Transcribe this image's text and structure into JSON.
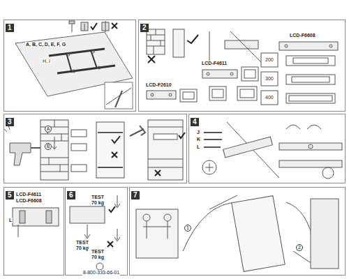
{
  "diagram": {
    "nodes": [
      {
        "text": [
          "1"
        ]
      },
      {
        "text": [
          "2"
        ]
      },
      {
        "text": [
          "3"
        ]
      },
      {
        "text": [
          "4"
        ]
      },
      {
        "text": [
          "5"
        ]
      },
      {
        "text": [
          "6"
        ]
      },
      {
        "text": [
          "7"
        ]
      }
    ],
    "labels": [
      "A, B, C, D, E, F, G",
      "H, I",
      "LCD-F6608",
      "LCD-F4611",
      "LCD-F2610",
      "200",
      "300",
      "400",
      "A",
      "B",
      "J",
      "K",
      "L",
      "LCD-F4611",
      "LCD-F6608",
      "L",
      "TEST 70 kg",
      "TEST 70 kg",
      "TEST 70 kg",
      "8-800-333-66-01",
      "1",
      "2"
    ]
  }
}
